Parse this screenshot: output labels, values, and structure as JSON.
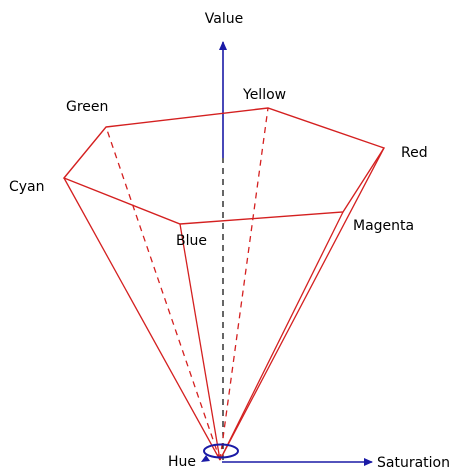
{
  "diagram": {
    "axes": {
      "value_label": "Value",
      "saturation_label": "Saturation",
      "hue_label": "Hue",
      "axis_color": "#1a1aa6"
    },
    "vertices": {
      "green": "Green",
      "yellow": "Yellow",
      "red": "Red",
      "cyan": "Cyan",
      "blue": "Blue",
      "magenta": "Magenta"
    },
    "edge_color": "#d42020",
    "hidden_edge_style": "dashed",
    "center_line_style": "dashed"
  }
}
